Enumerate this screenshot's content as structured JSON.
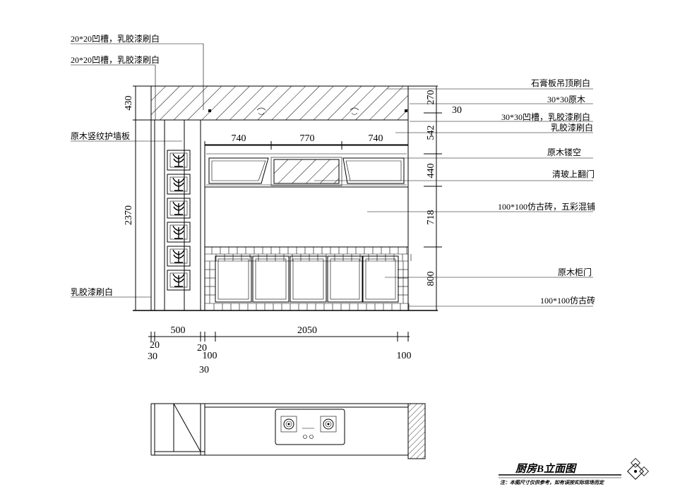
{
  "callouts_left": {
    "groove_top": "20*20凹槽，乳胶漆刷白",
    "groove_second": "20*20凹槽，乳胶漆刷白",
    "wood_panel": "原木竖纹护墙板",
    "latex_white": "乳胶漆刷白"
  },
  "callouts_right": {
    "ceiling": "石膏板吊顶刷白",
    "wood_strip": "30*30原木",
    "groove_latex": "30*30凹槽，乳胶漆刷白",
    "latex_white": "乳胶漆刷白",
    "hollow_wood": "原木镂空",
    "glass_flap": "清玻上翻门",
    "tiles_mixed": "100*100仿古砖，五彩混铺",
    "cabinet_door": "原木柜门",
    "tiles_floor": "100*100仿古砖"
  },
  "dimensions": {
    "left_ceiling": "430",
    "left_wall": "2370",
    "right_ceiling": "270",
    "right_30": "30",
    "right_542": "542",
    "right_440": "440",
    "right_718": "718",
    "right_800": "800",
    "top_740a": "740",
    "top_770": "770",
    "top_740b": "740",
    "bottom_500": "500",
    "bottom_2050": "2050",
    "bottom_20a": "20",
    "bottom_30a": "30",
    "bottom_20b": "20",
    "bottom_100a": "100",
    "bottom_30b": "30",
    "bottom_100b": "100"
  },
  "title_block": {
    "title": "厨房B立面图",
    "note": "注：本图尺寸仅供参考，如有误按实际现场而定"
  }
}
